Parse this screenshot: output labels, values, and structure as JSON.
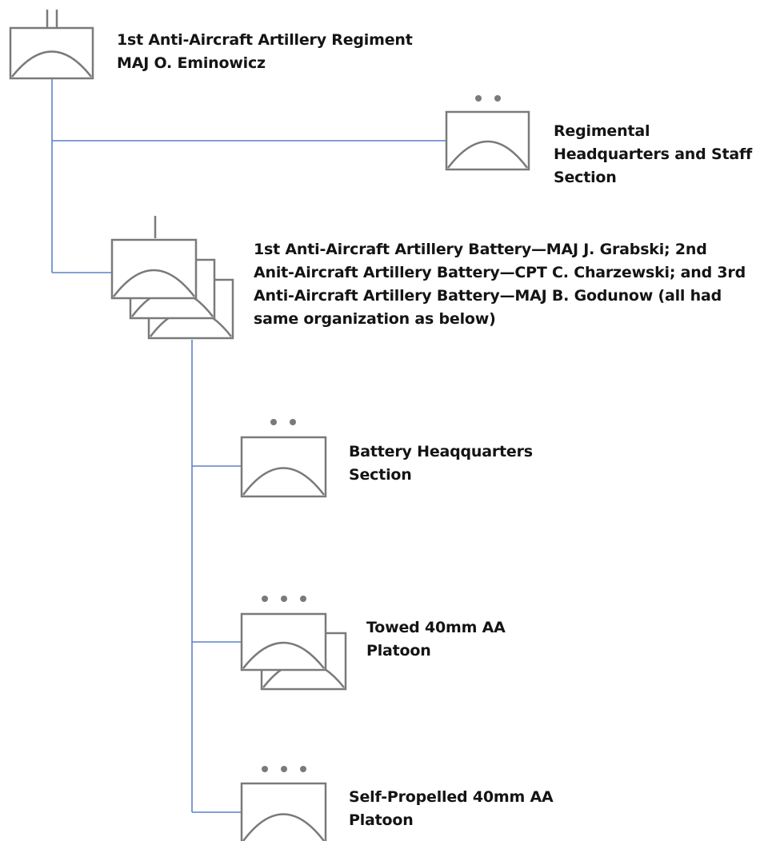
{
  "colors": {
    "connector": "#5b82c9",
    "symbol_stroke": "#7a7a7a",
    "text": "#141414",
    "background": "#ffffff"
  },
  "nodes": {
    "regiment": {
      "symbol": "regiment-aa-unit-icon",
      "lines": [
        "1st Anti-Aircraft Artillery Regiment",
        "MAJ O. Eminowicz"
      ]
    },
    "regimental_hq": {
      "symbol": "section-aa-unit-icon",
      "lines": [
        "Regimental",
        "Headquarters and Staff",
        "Section"
      ]
    },
    "batteries": {
      "symbol": "battery-aa-unit-stack-icon",
      "lines": [
        "1st Anti-Aircraft Artillery Battery—MAJ J. Grabski; 2nd",
        "Anit-Aircraft Artillery Battery—CPT C. Charzewski; and 3rd",
        "Anti-Aircraft Artillery Battery—MAJ B. Godunow (all had",
        "same organization as below)"
      ]
    },
    "battery_hq": {
      "symbol": "section-aa-unit-icon",
      "lines": [
        "Battery Heaqquarters",
        "Section"
      ]
    },
    "towed_platoon": {
      "symbol": "platoon-aa-unit-stack-icon",
      "lines": [
        "Towed 40mm AA",
        "Platoon"
      ]
    },
    "sp_platoon": {
      "symbol": "platoon-aa-unit-icon",
      "lines": [
        "Self-Propelled 40mm AA",
        "Platoon"
      ]
    }
  }
}
